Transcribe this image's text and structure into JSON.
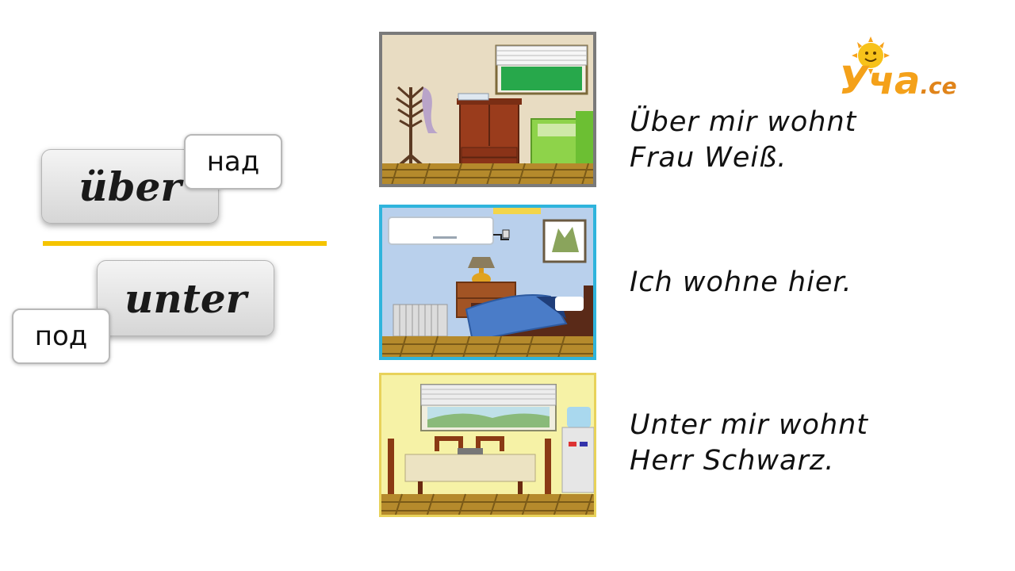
{
  "words": {
    "uber": {
      "label": "über",
      "translation": "над"
    },
    "unter": {
      "label": "unter",
      "translation": "под"
    }
  },
  "captions": [
    {
      "line1": "Über mir wohnt",
      "line2": "Frau Weiß."
    },
    {
      "line1": "Ich wohne hier.",
      "line2": ""
    },
    {
      "line1": "Unter mir wohnt",
      "line2": "Herr Schwarz."
    }
  ],
  "logo": {
    "main": "Уча",
    "suffix": ".ce"
  },
  "colors": {
    "accent": "#f5c400",
    "highlight_frame": "#2fb4dc",
    "logo_orange": "#f4a11a"
  }
}
